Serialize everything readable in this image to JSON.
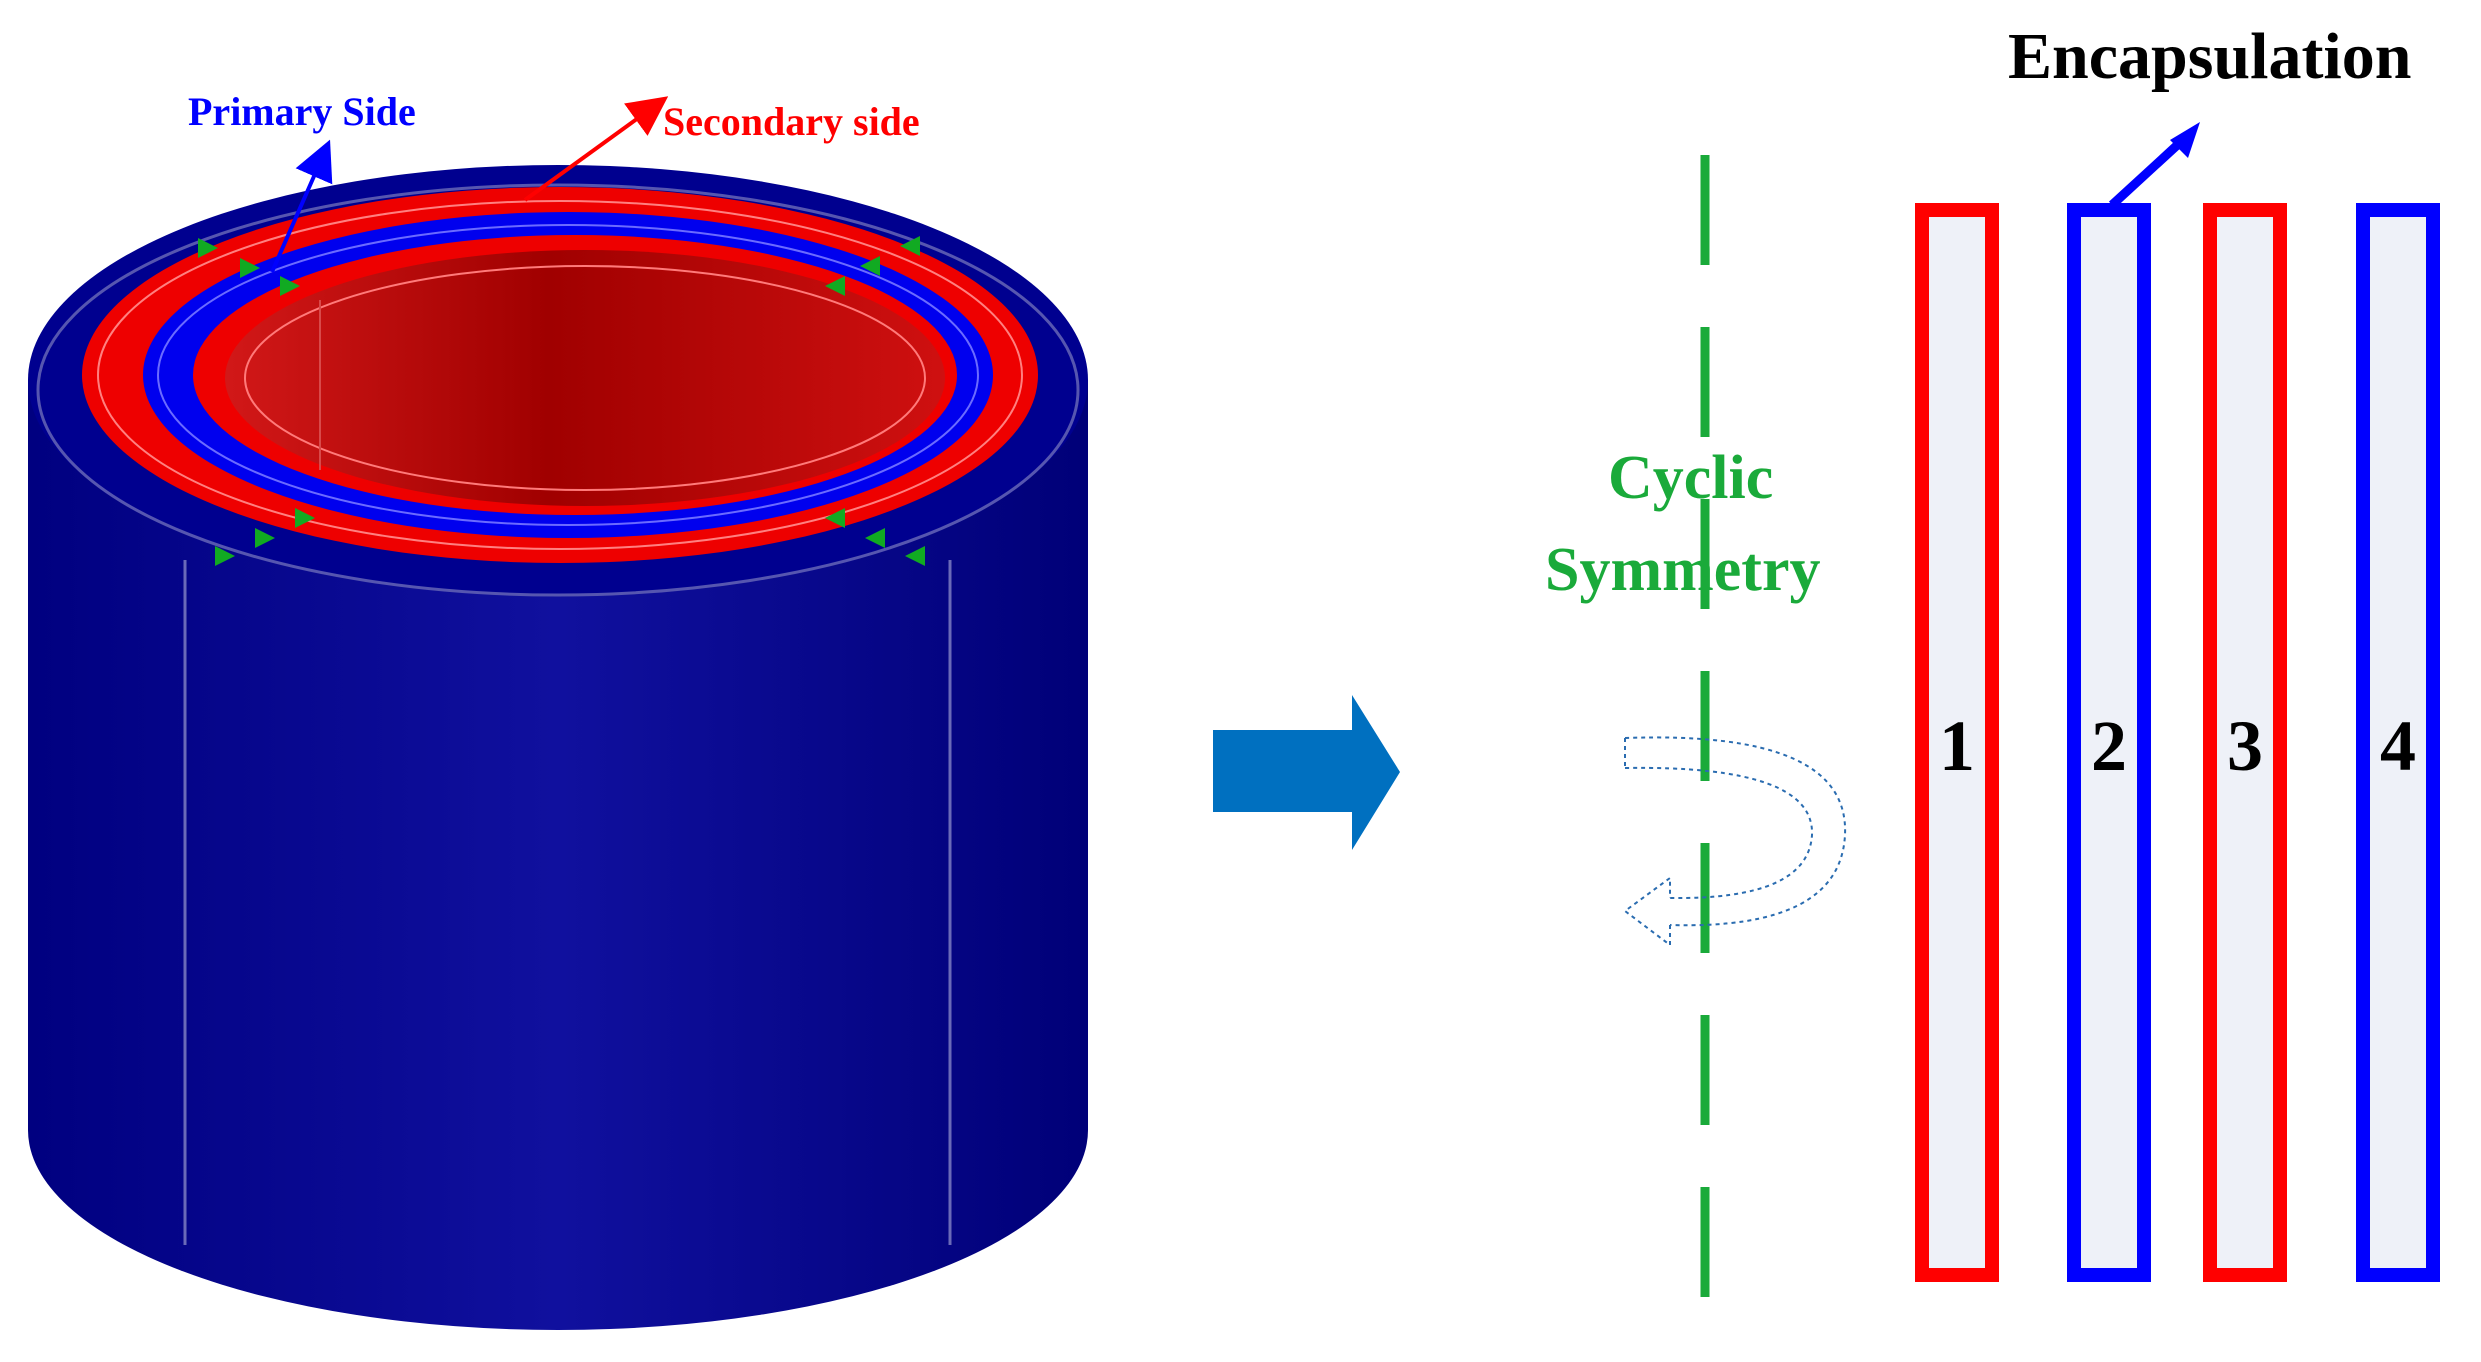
{
  "labels": {
    "primary_side": "Primary Side",
    "secondary_side": "Secondary side",
    "encapsulation": "Encapsulation",
    "cyclic_line1": "Cyclic",
    "cyclic_line2": "Symmetry"
  },
  "windings": [
    {
      "number": "1",
      "side": "secondary"
    },
    {
      "number": "2",
      "side": "primary"
    },
    {
      "number": "3",
      "side": "secondary"
    },
    {
      "number": "4",
      "side": "primary"
    }
  ],
  "colors": {
    "primary": "#0000ff",
    "secondary": "#ff0000",
    "encapsulation_fill": "#eef1f8",
    "symmetry_axis": "#1aaa3a",
    "cylinder_dark": "#00008b",
    "cylinder_light": "#1111b4",
    "inner_red_dark": "#8b0000",
    "inner_red_light": "#cc1111",
    "arrow_block": "#0070c0",
    "text": "#000000"
  }
}
